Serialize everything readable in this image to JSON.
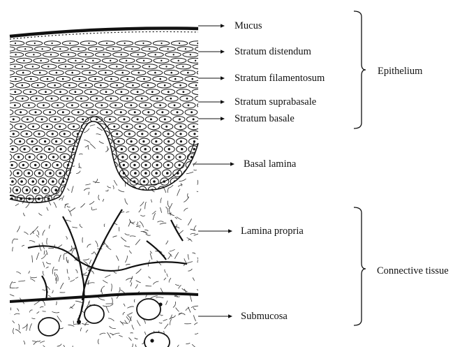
{
  "labels": {
    "mucus": "Mucus",
    "stratum_distendum": "Stratum distendum",
    "stratum_filamentosum": "Stratum filamentosum",
    "stratum_suprabasale": "Stratum  suprabasale",
    "stratum_basale": "Stratum  basale",
    "basal_lamina": "Basal lamina",
    "lamina_propria": "Lamina propria",
    "submucosa": "Submucosa"
  },
  "groups": {
    "epithelium": "Epithelium",
    "connective_tissue": "Connective tissue"
  },
  "colors": {
    "ink": "#111111",
    "background": "#ffffff"
  }
}
